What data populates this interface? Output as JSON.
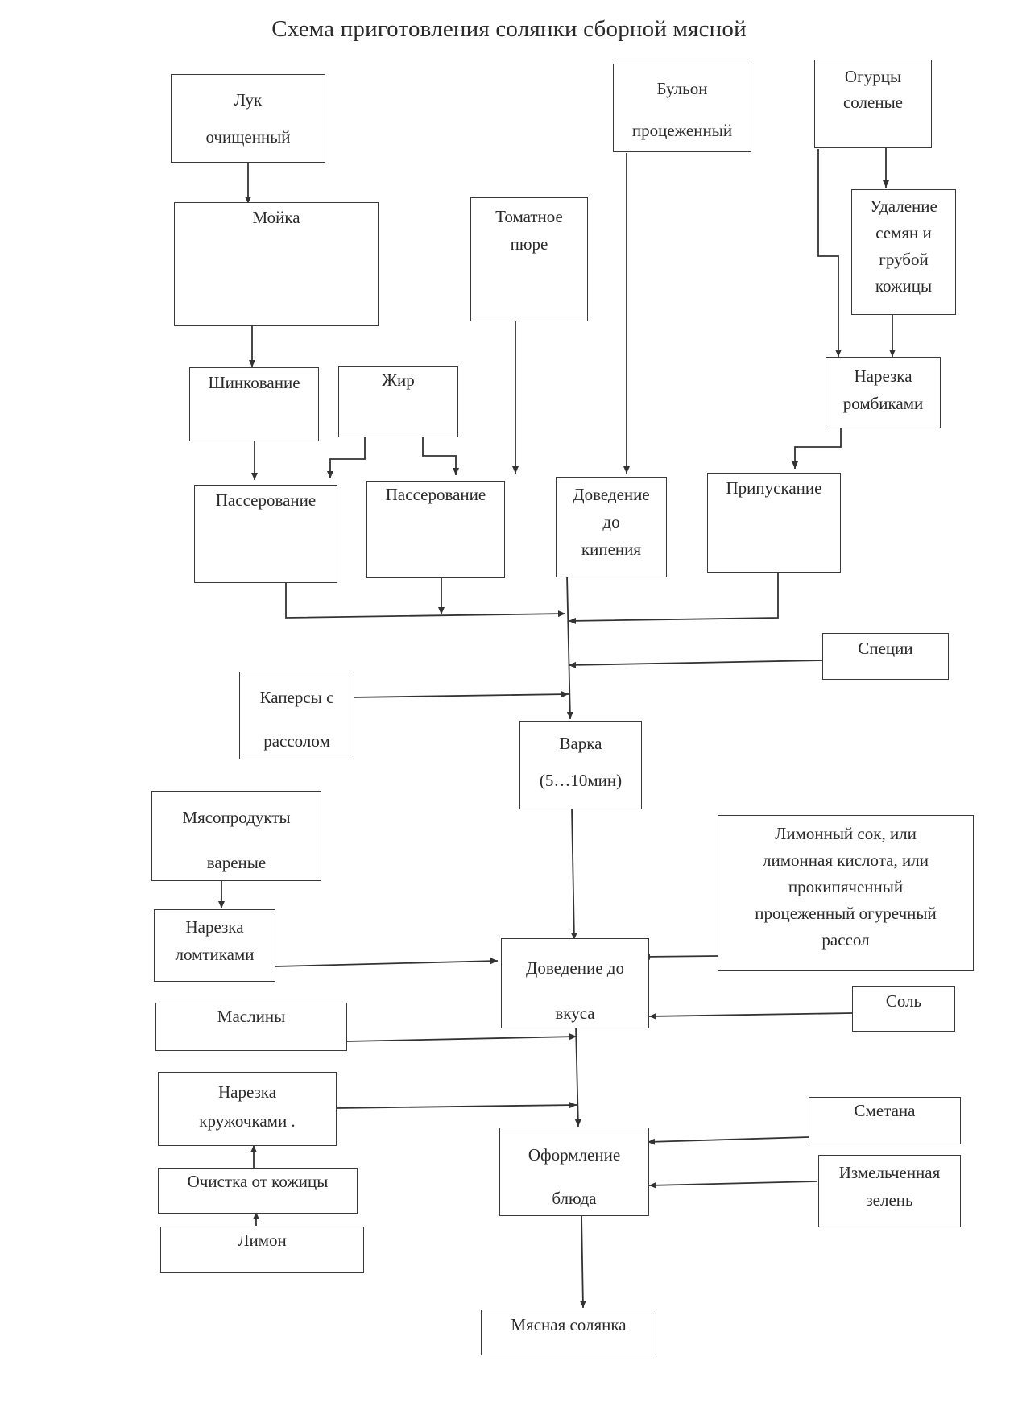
{
  "title": "Схема приготовления солянки сборной мясной",
  "nodes": {
    "luk": "Лук\nочищенный",
    "moika": "Мойка",
    "shinkovanie": "Шинкование",
    "zhir": "Жир",
    "passerovanie1": "Пассерование",
    "passerovanie2": "Пассерование",
    "tomat": "Томатное\nпюре",
    "bulon": "Бульон\nпроцеженный",
    "dovedenie_kip": "Доведение\nдо\nкипения",
    "ogurcy": "Огурцы\nсоленые",
    "udalenie": "Удаление\nсемян и\nгрубой\nкожицы",
    "narezka_romb": "Нарезка\nромбиками",
    "pripuskanie": "Припускание",
    "specii": "Специи",
    "kapersy": "Каперсы  с\nрассолом",
    "varka": "Варка\n(5…10мин)",
    "myaso": "Мясопродукты\nвареные",
    "narezka_lomt": "Нарезка\nломтиками",
    "limon_sok": "Лимонный сок, или\nлимонная кислота, или\nпрокипяченный\nпроцеженный огуречный\nрассол",
    "dovedenie_vkus": "Доведение до\nвкуса",
    "maslini": "Маслины",
    "sol": "Соль",
    "narezka_kruzh": "Нарезка\nкружочками .",
    "smetana": "Сметана",
    "oformlenie": "Оформление\nблюда",
    "zelen": "Измельченная\nзелень",
    "ochistka": "Очистка от кожицы",
    "limon": "Лимон",
    "result": "Мясная солянка"
  }
}
